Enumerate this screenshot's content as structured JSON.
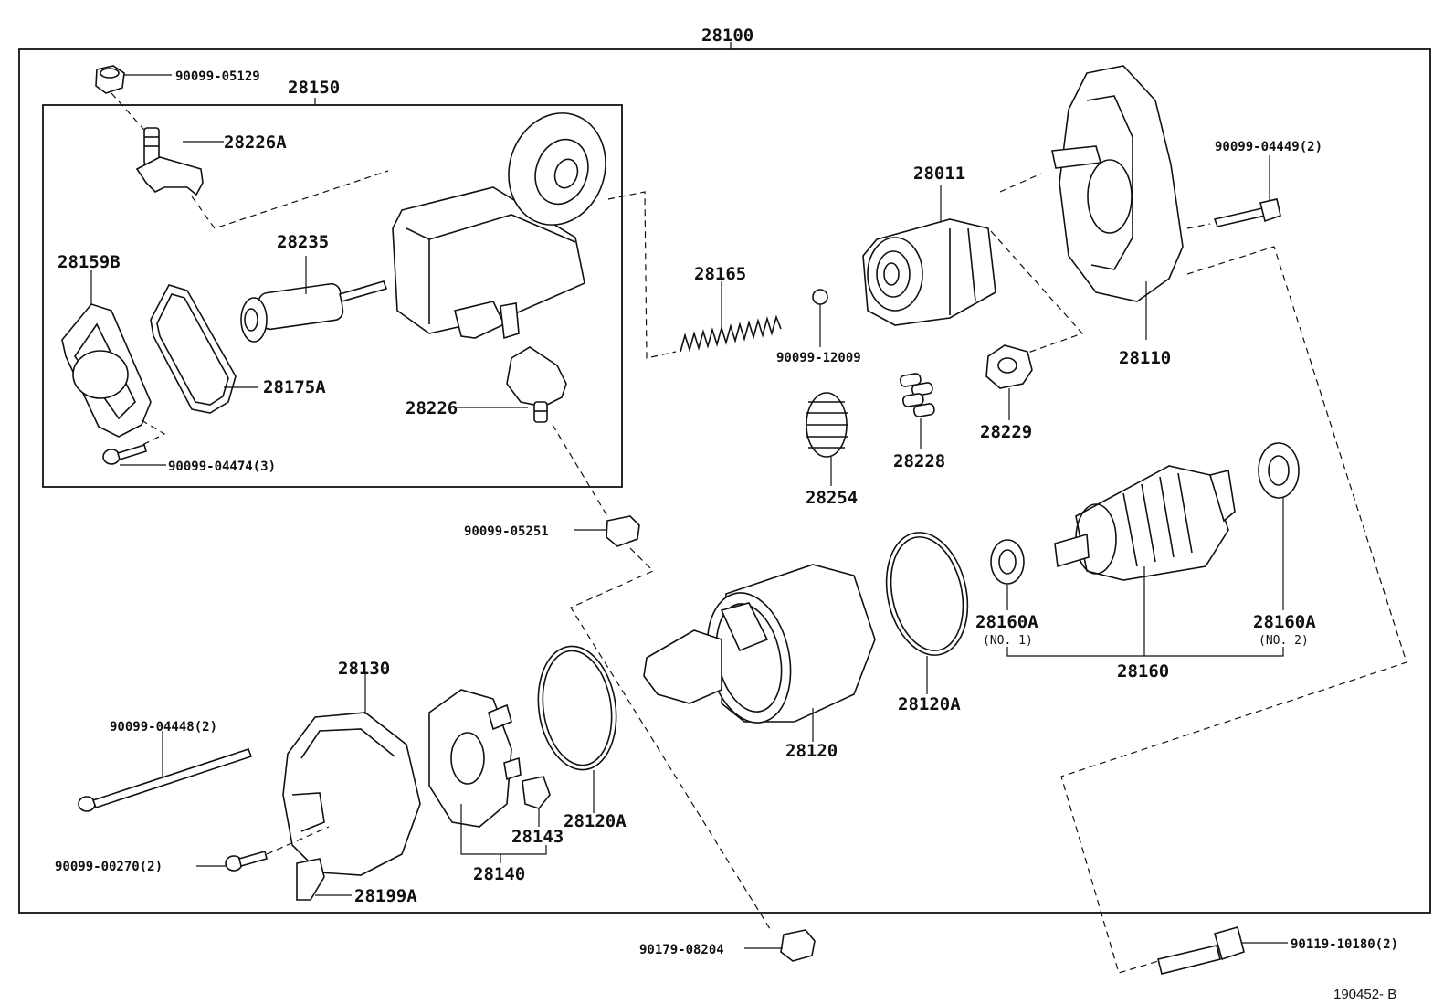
{
  "diagram": {
    "assembly": "28100",
    "subassembly": "28150",
    "reference": "190452- B",
    "parts": {
      "p_90099_05129": "90099-05129",
      "p_28226A": "28226A",
      "p_28159B": "28159B",
      "p_28235": "28235",
      "p_28175A": "28175A",
      "p_28226": "28226",
      "p_90099_04474": "90099-04474(3)",
      "p_28165": "28165",
      "p_90099_12009": "90099-12009",
      "p_28011": "28011",
      "p_28110": "28110",
      "p_90099_04449": "90099-04449(2)",
      "p_28229": "28229",
      "p_28228": "28228",
      "p_28254": "28254",
      "p_90099_05251": "90099-05251",
      "p_28160A_1": "28160A",
      "p_no1": "(NO. 1)",
      "p_28160A_2": "28160A",
      "p_no2": "(NO. 2)",
      "p_28160": "28160",
      "p_28120A_r": "28120A",
      "p_28120": "28120",
      "p_28130": "28130",
      "p_90099_04448": "90099-04448(2)",
      "p_28120A_l": "28120A",
      "p_28143": "28143",
      "p_28140": "28140",
      "p_90099_00270": "90099-00270(2)",
      "p_28199A": "28199A",
      "p_90179_08204": "90179-08204",
      "p_90119_10180": "90119-10180(2)"
    }
  }
}
